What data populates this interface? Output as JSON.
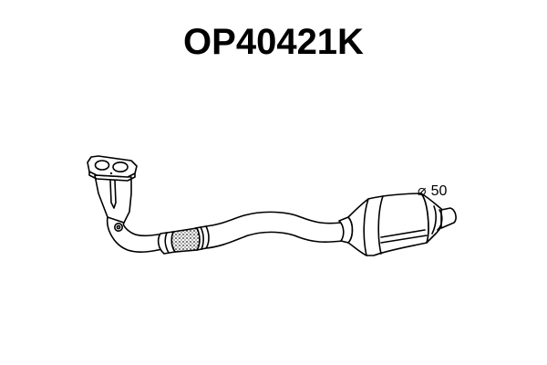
{
  "header": {
    "part_number": "OP40421K"
  },
  "annotations": {
    "diameter_symbol": "⌀",
    "diameter_value": "50"
  },
  "drawing": {
    "components": [
      "manifold-flange",
      "front-downpipe",
      "flexible-joint",
      "intermediate-pipe",
      "catalytic-converter",
      "outlet-pipe"
    ],
    "colors": {
      "line": "#000000",
      "background": "#ffffff"
    }
  }
}
